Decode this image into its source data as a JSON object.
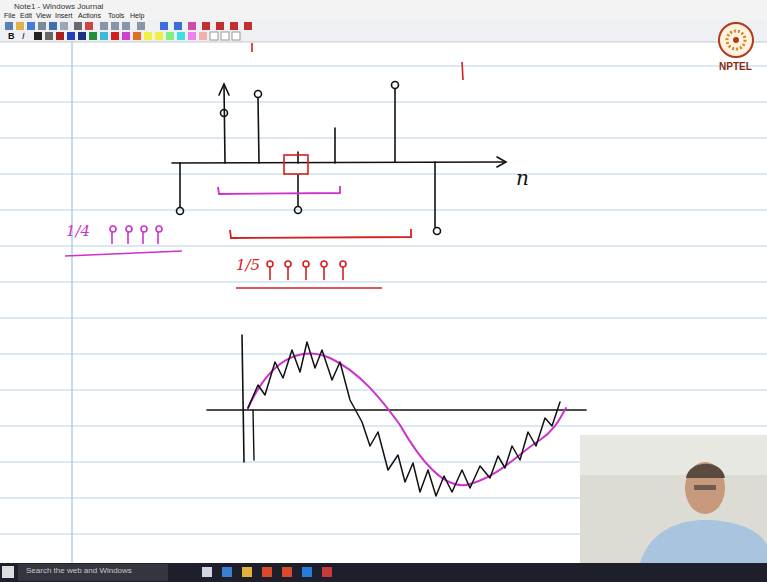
{
  "diagram": {
    "labels": [
      "Note1 - Windows Journal",
      "File",
      "Edit",
      "View",
      "Insert",
      "Actions",
      "Tools",
      "Help",
      "B",
      "I",
      "NPTEL",
      "n",
      "1/4",
      "1/5",
      "Search the web and Windows"
    ]
  }
}
